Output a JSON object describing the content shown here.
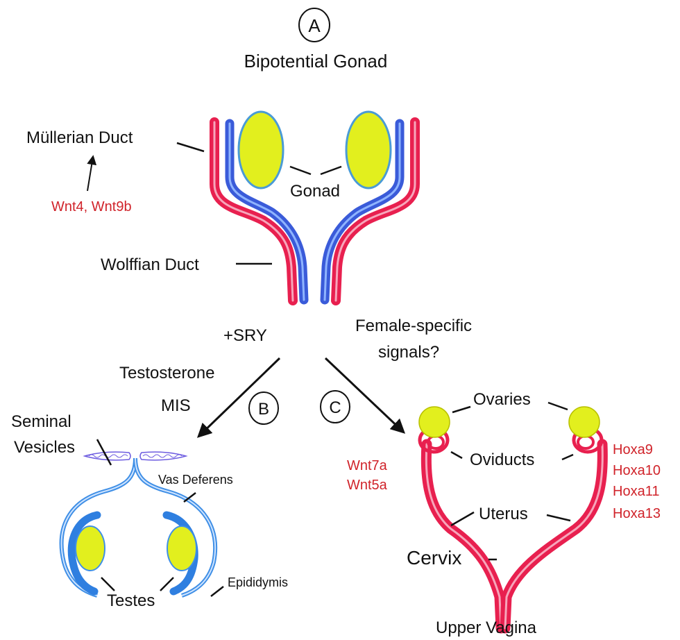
{
  "panels": {
    "a": "A",
    "b": "B",
    "c": "C"
  },
  "top": {
    "title": "Bipotential Gonad",
    "mullerian_duct": "Müllerian Duct",
    "wnt_signals": "Wnt4, Wnt9b",
    "gonad": "Gonad",
    "wolffian_duct": "Wolffian Duct"
  },
  "branches": {
    "sry": "+SRY",
    "testosterone": "Testosterone",
    "mis": "MIS",
    "female_line1": "Female-specific",
    "female_line2": "signals?"
  },
  "male": {
    "seminal_line1": "Seminal",
    "seminal_line2": "Vesicles",
    "vas_deferens": "Vas Deferens",
    "epididymis": "Epididymis",
    "testes": "Testes"
  },
  "female": {
    "ovaries": "Ovaries",
    "oviducts": "Oviducts",
    "uterus": "Uterus",
    "cervix": "Cervix",
    "upper_vagina": "Upper Vagina",
    "wnt_left": [
      "Wnt7a",
      "Wnt5a"
    ],
    "hox_right": [
      "Hoxa9",
      "Hoxa10",
      "Hoxa11",
      "Hoxa13"
    ]
  },
  "colors": {
    "mullerian_red": "#e8204f",
    "wolffian_blue": "#3a5bd9",
    "gonad_yellow": "#e2ef1e",
    "gene_red": "#d0232a",
    "male_blue": "#3f8fe6"
  }
}
